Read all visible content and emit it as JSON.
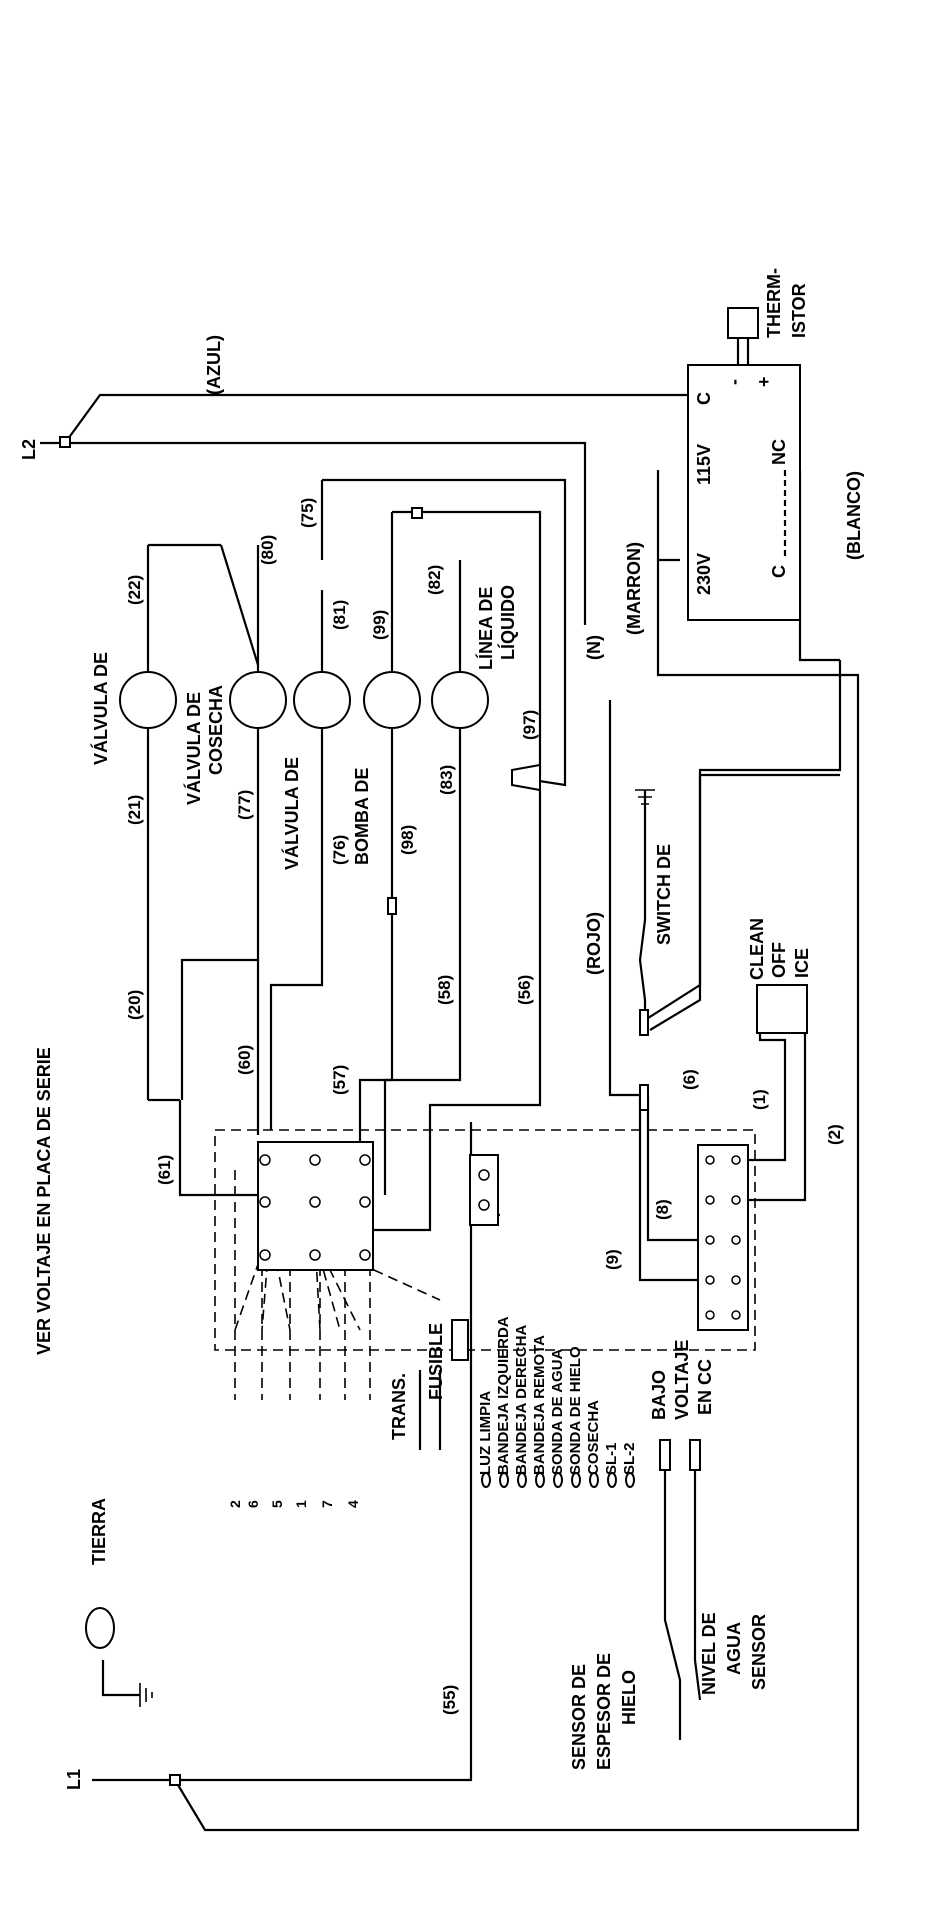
{
  "labels": {
    "l1": "L1",
    "l2": "L2",
    "ver_voltaje": "VER VOLTAJE EN PLACA DE SERIE",
    "tierra": "TIERRA",
    "azul": "(AZUL)",
    "thermistor_1": "THERM-",
    "thermistor_2": "ISTOR",
    "minus": "-",
    "plus": "+",
    "c_top": "C",
    "v115": "115V",
    "nc": "NC",
    "v230": "230V",
    "c_bottom": "C",
    "blanco": "(BLANCO)",
    "marron": "(MARRON)",
    "n_wire": "(N)",
    "rojo": "(ROJO)",
    "valvula_de_1": "VÁLVULA DE",
    "valvula_de_cosecha_1": "VÁLVULA DE",
    "cosecha": "COSECHA",
    "valvula_de_3": "VÁLVULA DE",
    "bomba_de": "BOMBA DE",
    "linea_de": "LÍNEA DE",
    "liquido": "LÍQUIDO",
    "switch_de": "SWITCH DE",
    "clean": "CLEAN",
    "off": "OFF",
    "ice": "ICE",
    "trans": "TRANS.",
    "fusible": "FUSIBLE",
    "bajo": "BAJO",
    "voltaje": "VOLTAJE",
    "en_cc": "EN CC",
    "sensor_espesor_1": "SENSOR DE",
    "sensor_espesor_2": "ESPESOR DE",
    "sensor_espesor_3": "HIELO",
    "nivel_1": "NIVEL DE",
    "nivel_2": "AGUA",
    "nivel_3": "SENSOR"
  },
  "wire_numbers": [
    "(22)",
    "(21)",
    "(20)",
    "(80)",
    "(77)",
    "(60)",
    "(75)",
    "(81)",
    "(76)",
    "(57)",
    "(99)",
    "(98)",
    "(82)",
    "(83)",
    "(58)",
    "(97)",
    "(56)",
    "(61)",
    "(55)",
    "(6)",
    "(1)",
    "(2)",
    "(8)",
    "(9)"
  ],
  "connector_pins": [
    "2",
    "6",
    "5",
    "1",
    "7",
    "4"
  ],
  "leds": [
    "LUZ LIMPIA",
    "BANDEJA IZQUIERDA",
    "BANDEJA DERECHA",
    "BANDEJA REMOTA",
    "SONDA DE AGUA",
    "SONDA DE HIELO",
    "COSECHA",
    "SL-1",
    "SL-2"
  ]
}
